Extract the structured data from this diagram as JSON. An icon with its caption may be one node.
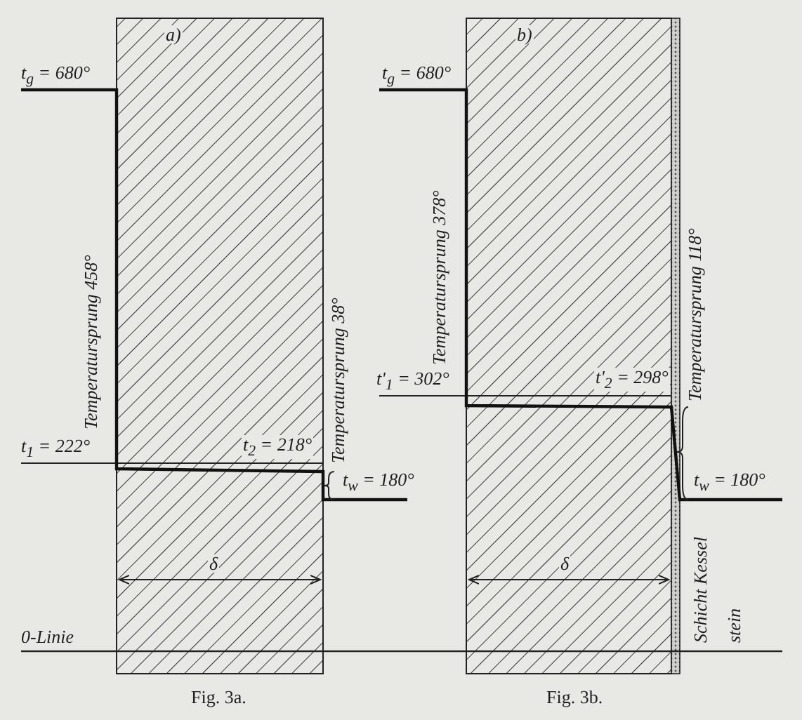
{
  "diagram": {
    "labels": [
      "a)",
      "b)",
      "t$_{g}$ = 680°",
      "t$_{g}$ = 680°",
      "Temperatursprung 458°",
      "Temperatursprung 38°",
      "Temperatursprung 378°",
      "Temperatursprung 118°",
      "t'$_{1}$ = 302°",
      "t'$_{2}$ = 298°",
      "t$_{1}$ = 222°",
      "t$_{2}$ = 218°",
      "t$_{w}$ = 180°",
      "t$_{w}$ = 180°",
      "δ",
      "δ",
      "Schicht Kessel stein",
      "0-Linie",
      "Fig. 3a.",
      "Fig. 3b."
    ]
  }
}
